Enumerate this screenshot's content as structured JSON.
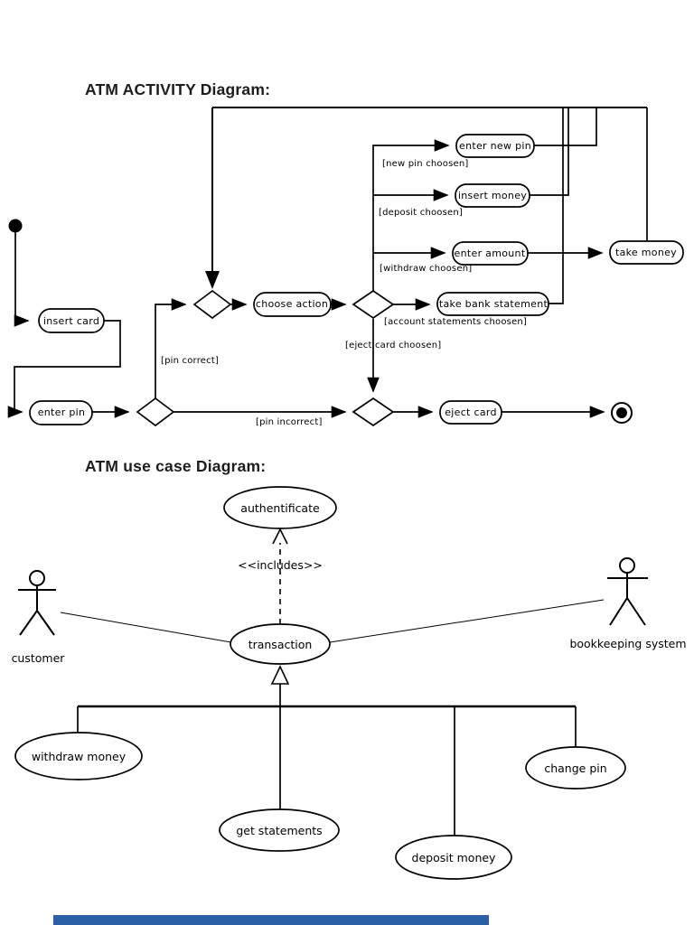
{
  "titles": {
    "activity": "ATM ACTIVITY Diagram:",
    "usecase": "ATM use case Diagram:"
  },
  "activity": {
    "nodes": {
      "insert_card": "insert card",
      "enter_pin": "enter pin",
      "choose_action": "choose action",
      "enter_new_pin": "enter new pin",
      "insert_money": "insert money",
      "enter_amount": "enter amount",
      "take_money": "take money",
      "take_bank_statement": "take bank statement",
      "eject_card": "eject card"
    },
    "guards": {
      "new_pin": "[new pin choosen]",
      "deposit": "[deposit choosen]",
      "withdraw": "[withdraw choosen]",
      "account": "[account statements choosen]",
      "eject": "[eject card choosen]",
      "pin_correct": "[pin correct]",
      "pin_incorrect": "[pin incorrect]"
    }
  },
  "usecase": {
    "stereotype": "<<includes>>",
    "actors": {
      "customer": "customer",
      "bookkeeping": "bookkeeping system"
    },
    "cases": {
      "authentificate": "authentificate",
      "transaction": "transaction",
      "withdraw_money": "withdraw money",
      "get_statements": "get statements",
      "deposit_money": "deposit money",
      "change_pin": "change pin"
    }
  },
  "footer": {
    "bar_color": "#2d5fa6"
  }
}
